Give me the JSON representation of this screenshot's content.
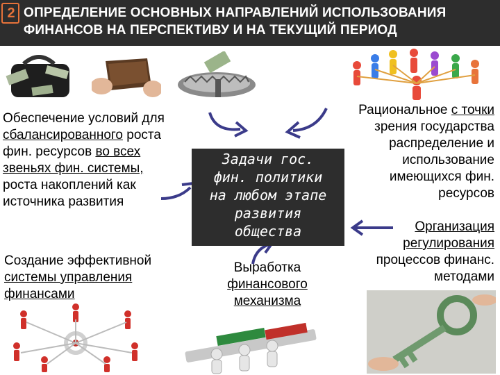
{
  "slide": {
    "number": "2",
    "title_line1": "ОПРЕДЕЛЕНИЕ ОСНОВНЫХ НАПРАВЛЕНИЙ  ИСПОЛЬЗОВАНИЯ",
    "title_line2": "ФИНАНСОВ НА ПЕРСПЕКТИВУ И НА ТЕКУЩИЙ ПЕРИОД"
  },
  "left_top": {
    "l1": "Обеспечение условий для",
    "l2": "сбалансированного",
    "l2b": " роста",
    "l3a": "фин. ресурсов ",
    "l3b": "во всех",
    "l4": "звеньях фин. системы,",
    "l5": "роста накоплений как",
    "l6": "источника развития"
  },
  "left_bottom": {
    "l1": "Создание эффективной",
    "l2": "системы управления",
    "l3": "финансами"
  },
  "center": {
    "l1": "Задачи  гос.",
    "l2": "фин. политики",
    "l3": "на любом этапе",
    "l4": "развития",
    "l5": "общества"
  },
  "center_bottom": {
    "l1": "Выработка",
    "l2": "финансового",
    "l3": "механизма"
  },
  "right_top": {
    "l1a": "Рациональное ",
    "l1b": "с точки",
    "l2": "зрения государства",
    "l3": "распределение и",
    "l4": "использование",
    "l5": "имеющихся фин.",
    "l6": "ресурсов"
  },
  "right_bottom": {
    "l1": "Организация",
    "l2": "регулирования",
    "l3": "процессов финанс.",
    "l4": "методами"
  },
  "colors": {
    "header_bg": "#2d2d2d",
    "accent": "#e8733a",
    "arrow": "#3b3b8a"
  }
}
